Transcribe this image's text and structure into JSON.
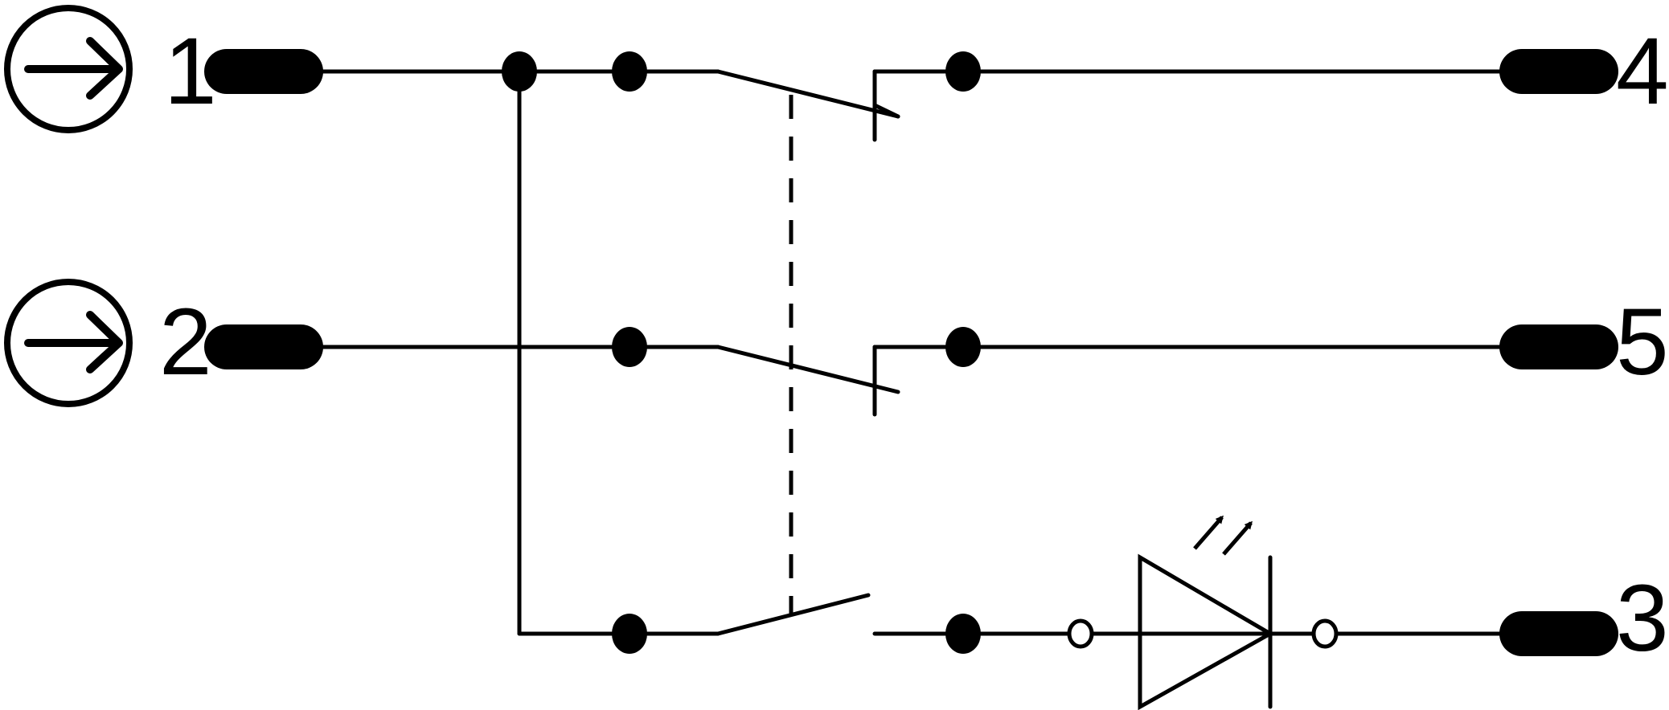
{
  "pins": {
    "p1": "1",
    "p2": "2",
    "p3": "3",
    "p4": "4",
    "p5": "5"
  },
  "icons": {
    "input_arrow": "circle-arrow-icon",
    "led": "led-icon"
  },
  "colors": {
    "line": "#000000",
    "background": "#ffffff"
  }
}
